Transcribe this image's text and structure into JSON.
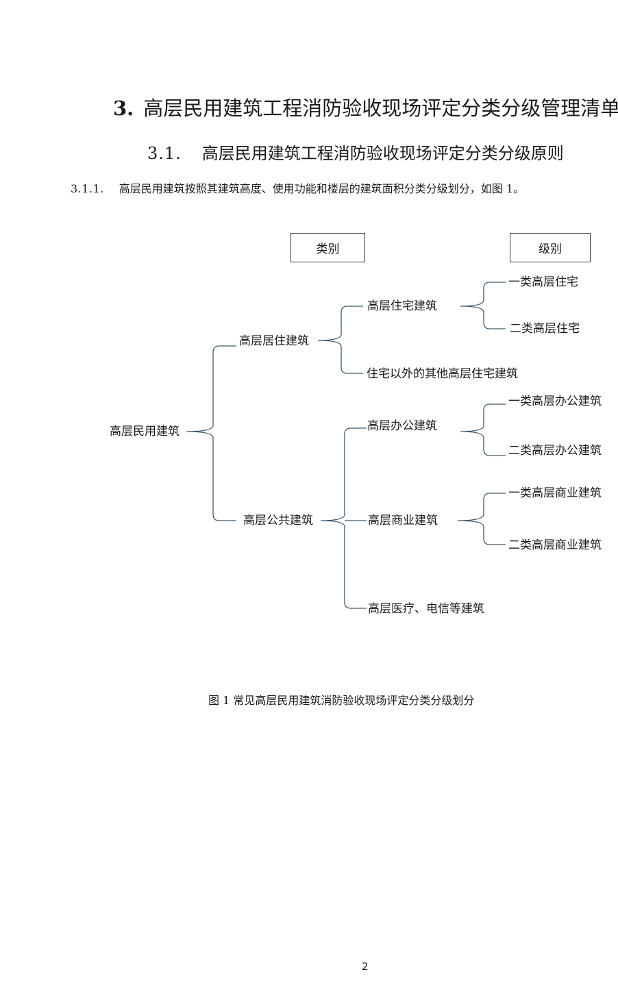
{
  "heading": {
    "number": "3.",
    "text": "高层民用建筑工程消防验收现场评定分类分级管理清单"
  },
  "subheading": {
    "number": "3.1.",
    "text": "高层民用建筑工程消防验收现场评定分类分级原则"
  },
  "paragraph": {
    "number": "3.1.1.",
    "text": "高层民用建筑按照其建筑高度、使用功能和楼层的建筑面积分类分级划分，如图 1。"
  },
  "diagram": {
    "header_category": "类别",
    "header_level": "级别",
    "root": "高层民用建筑",
    "residential": "高层居住建筑",
    "public": "高层公共建筑",
    "res_housing": "高层住宅建筑",
    "res_other": "住宅以外的其他高层住宅建筑",
    "pub_office": "高层办公建筑",
    "pub_commercial": "高层商业建筑",
    "pub_medical": "高层医疗、电信等建筑",
    "lvl_housing_1": "一类高层住宅",
    "lvl_housing_2": "二类高层住宅",
    "lvl_office_1": "一类高层办公建筑",
    "lvl_office_2": "二类高层办公建筑",
    "lvl_commercial_1": "一类高层商业建筑",
    "lvl_commercial_2": "二类高层商业建筑",
    "line_color": "#3d5a6c"
  },
  "caption": "图 1  常见高层民用建筑消防验收现场评定分类分级划分",
  "page_number": "2"
}
